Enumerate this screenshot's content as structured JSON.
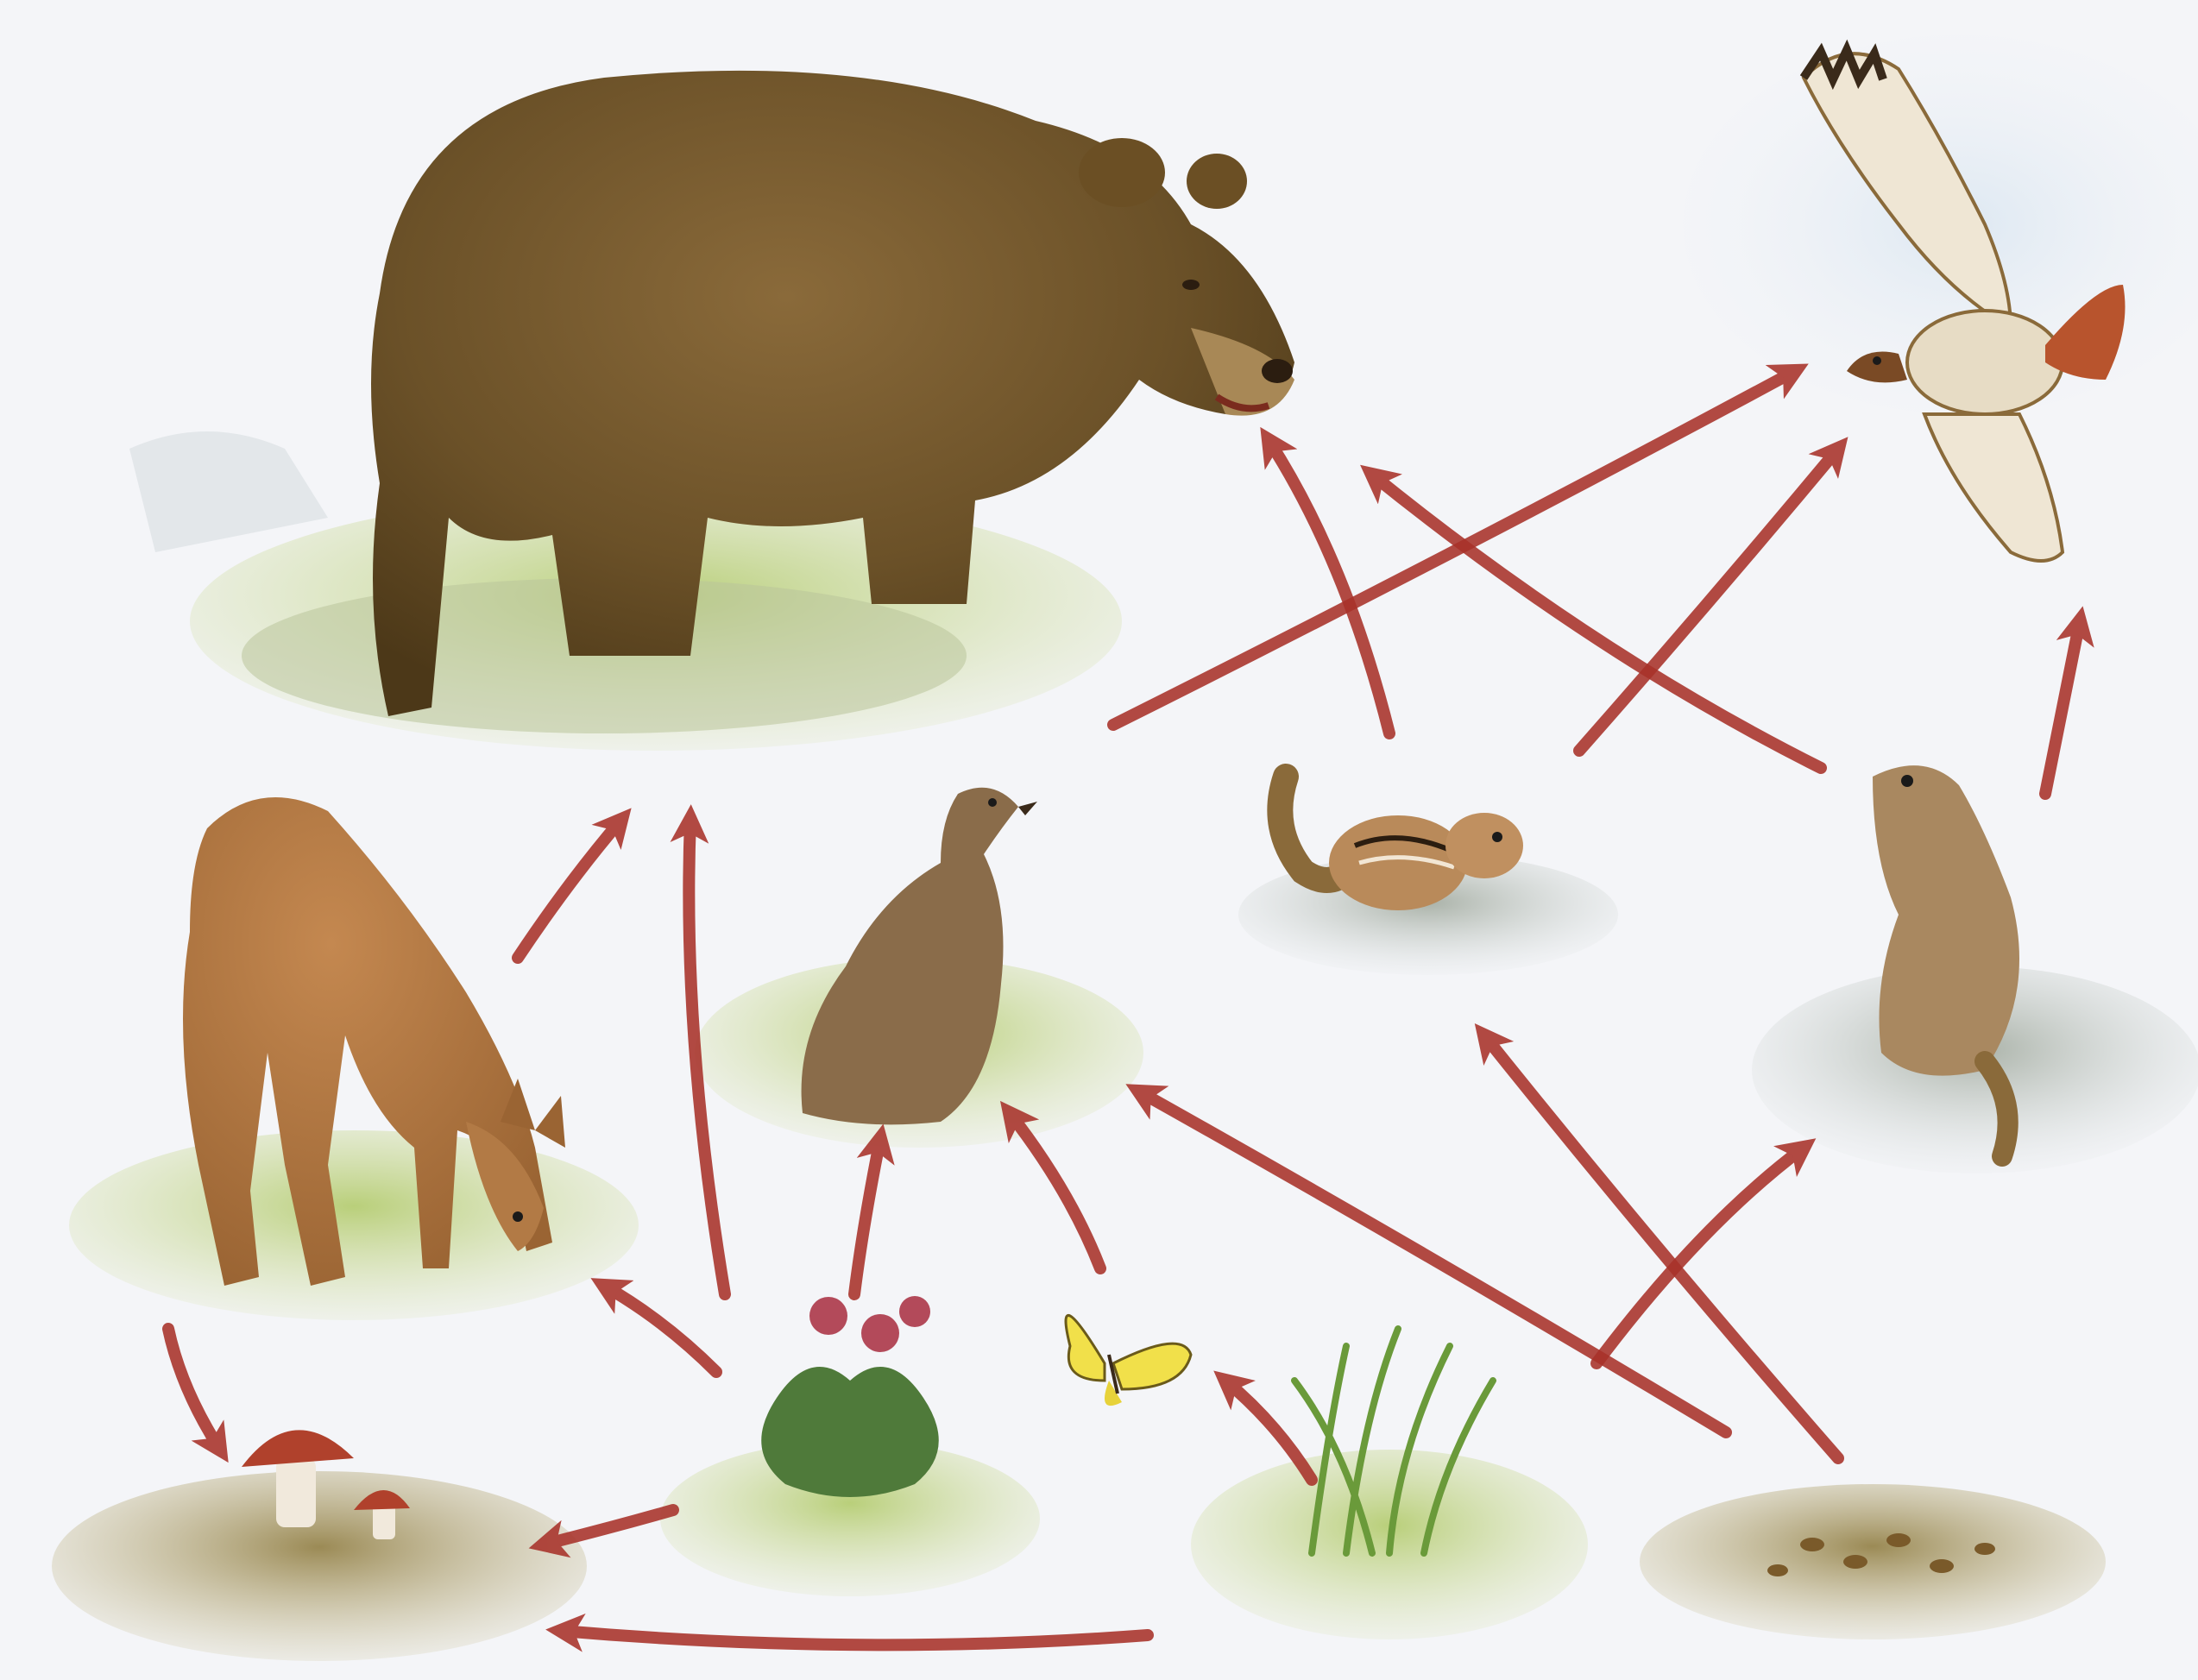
{
  "diagram": {
    "type": "food-web",
    "arrow_color": "#a8322a",
    "organisms": [
      {
        "id": "bear",
        "icon": "bear-illustration"
      },
      {
        "id": "hawk",
        "icon": "hawk-illustration"
      },
      {
        "id": "deer",
        "icon": "deer-illustration"
      },
      {
        "id": "grouse",
        "icon": "grouse-illustration"
      },
      {
        "id": "chipmunk",
        "icon": "chipmunk-illustration"
      },
      {
        "id": "ground-squirrel",
        "icon": "ground-squirrel-illustration"
      },
      {
        "id": "mushrooms",
        "icon": "mushroom-illustration"
      },
      {
        "id": "berry-shrub",
        "icon": "berry-shrub-illustration"
      },
      {
        "id": "butterfly",
        "icon": "butterfly-illustration"
      },
      {
        "id": "grass",
        "icon": "grass-illustration"
      },
      {
        "id": "seeds",
        "icon": "seeds-illustration"
      }
    ],
    "links": [
      {
        "from": "deer",
        "to": "bear"
      },
      {
        "from": "berry-shrub",
        "to": "bear"
      },
      {
        "from": "chipmunk",
        "to": "bear"
      },
      {
        "from": "ground-squirrel",
        "to": "bear"
      },
      {
        "from": "grouse",
        "to": "hawk"
      },
      {
        "from": "chipmunk",
        "to": "hawk"
      },
      {
        "from": "ground-squirrel",
        "to": "hawk"
      },
      {
        "from": "berry-shrub",
        "to": "deer"
      },
      {
        "from": "berry-shrub",
        "to": "grouse"
      },
      {
        "from": "butterfly",
        "to": "grouse"
      },
      {
        "from": "seeds",
        "to": "grouse"
      },
      {
        "from": "seeds",
        "to": "chipmunk"
      },
      {
        "from": "seeds",
        "to": "ground-squirrel"
      },
      {
        "from": "grass",
        "to": "butterfly"
      },
      {
        "from": "deer",
        "to": "mushrooms"
      },
      {
        "from": "berry-shrub",
        "to": "mushrooms"
      },
      {
        "from": "grass",
        "to": "mushrooms"
      }
    ]
  }
}
